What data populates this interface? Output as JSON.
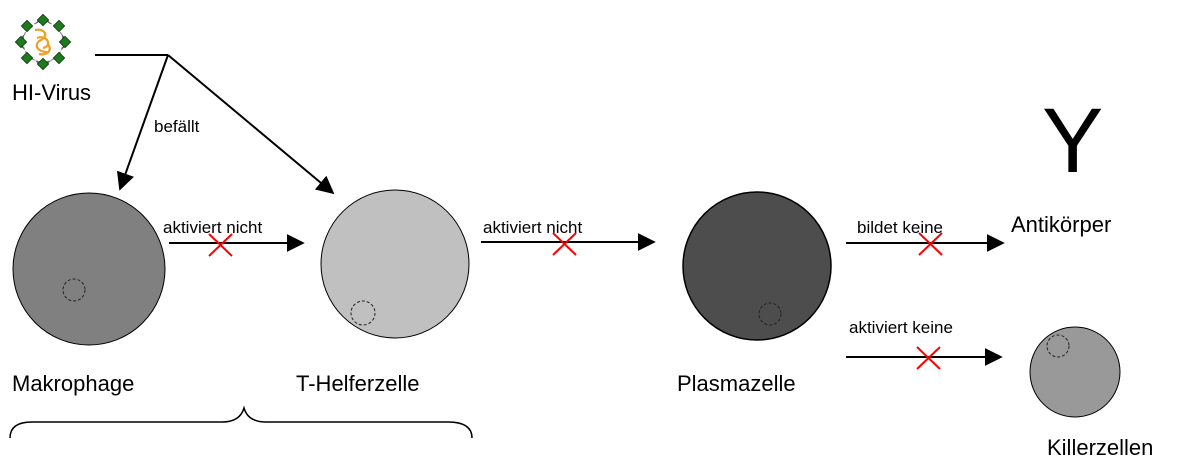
{
  "virus": {
    "label": "HI-Virus",
    "icon": "virus-icon",
    "attack_label": "befällt"
  },
  "cells": {
    "makrophage": {
      "label": "Makrophage",
      "color": "#808080"
    },
    "t_helfer": {
      "label": "T-Helferzelle",
      "color": "#c0c0c0"
    },
    "plasma": {
      "label": "Plasmazelle",
      "color": "#4d4d4d"
    },
    "killer": {
      "label": "Killerzellen",
      "color": "#999999"
    }
  },
  "antibody": {
    "symbol": "Y",
    "label": "Antikörper"
  },
  "arrows": {
    "makro_to_thelfer": "aktiviert nicht",
    "thelfer_to_plasma": "aktiviert nicht",
    "plasma_to_antibody": "bildet keine",
    "plasma_to_killer": "aktiviert keine"
  },
  "colors": {
    "cross": "#ff0000",
    "line": "#000000",
    "virus_leaf": "#1e7a1e",
    "virus_core": "#f0a020"
  }
}
